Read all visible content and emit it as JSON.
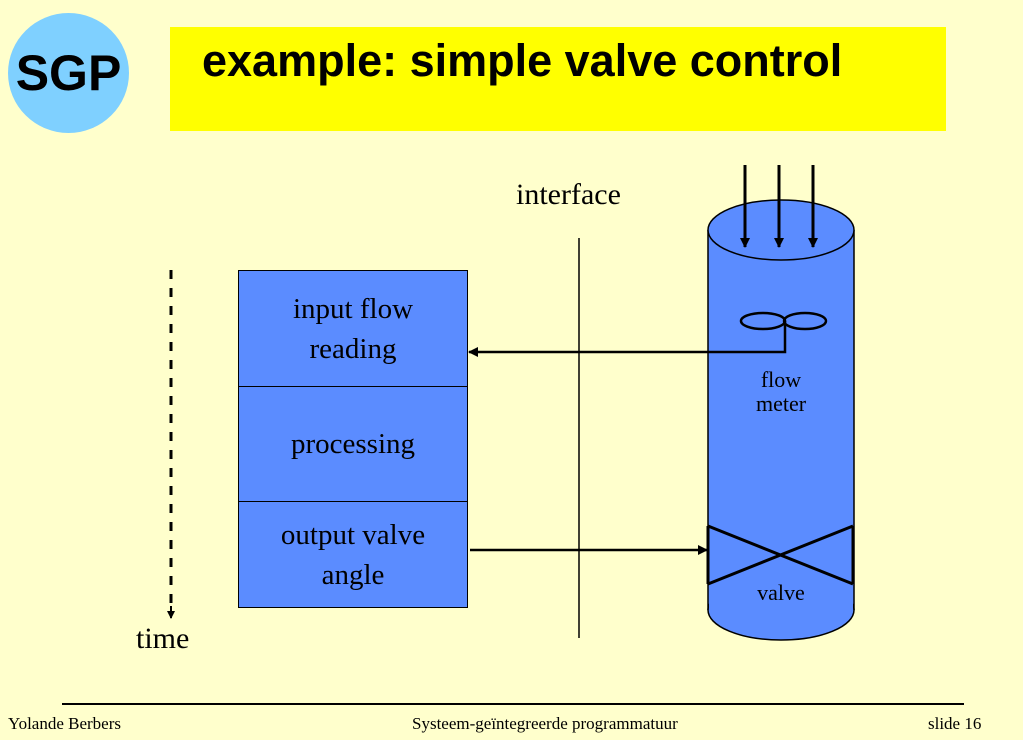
{
  "logo": {
    "text": "SGP"
  },
  "title": "example: simple valve control",
  "diagram": {
    "time_label": "time",
    "interface_label": "interface",
    "steps": [
      {
        "line1": "input flow",
        "line2": "reading"
      },
      {
        "line1": "processing",
        "line2": ""
      },
      {
        "line1": "output valve",
        "line2": "angle"
      }
    ],
    "flow_meter_line1": "flow",
    "flow_meter_line2": "meter",
    "valve_label": "valve"
  },
  "footer": {
    "author": "Yolande Berbers",
    "course": "Systeem-geïntegreerde programmatuur",
    "slide": "slide 16"
  }
}
